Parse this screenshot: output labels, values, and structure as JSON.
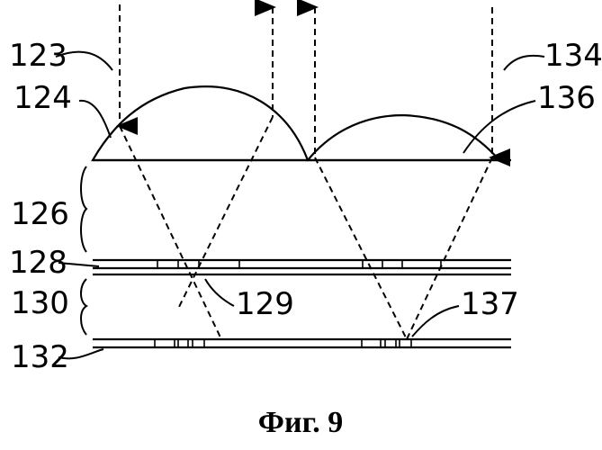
{
  "figure": {
    "caption": "Фиг. 9",
    "labels": {
      "ref_123": "123",
      "ref_124": "124",
      "ref_126": "126",
      "ref_128": "128",
      "ref_129": "129",
      "ref_130": "130",
      "ref_132": "132",
      "ref_134": "134",
      "ref_136": "136",
      "ref_137": "137"
    },
    "colors": {
      "ink": "#000000",
      "background": "#ffffff"
    }
  }
}
